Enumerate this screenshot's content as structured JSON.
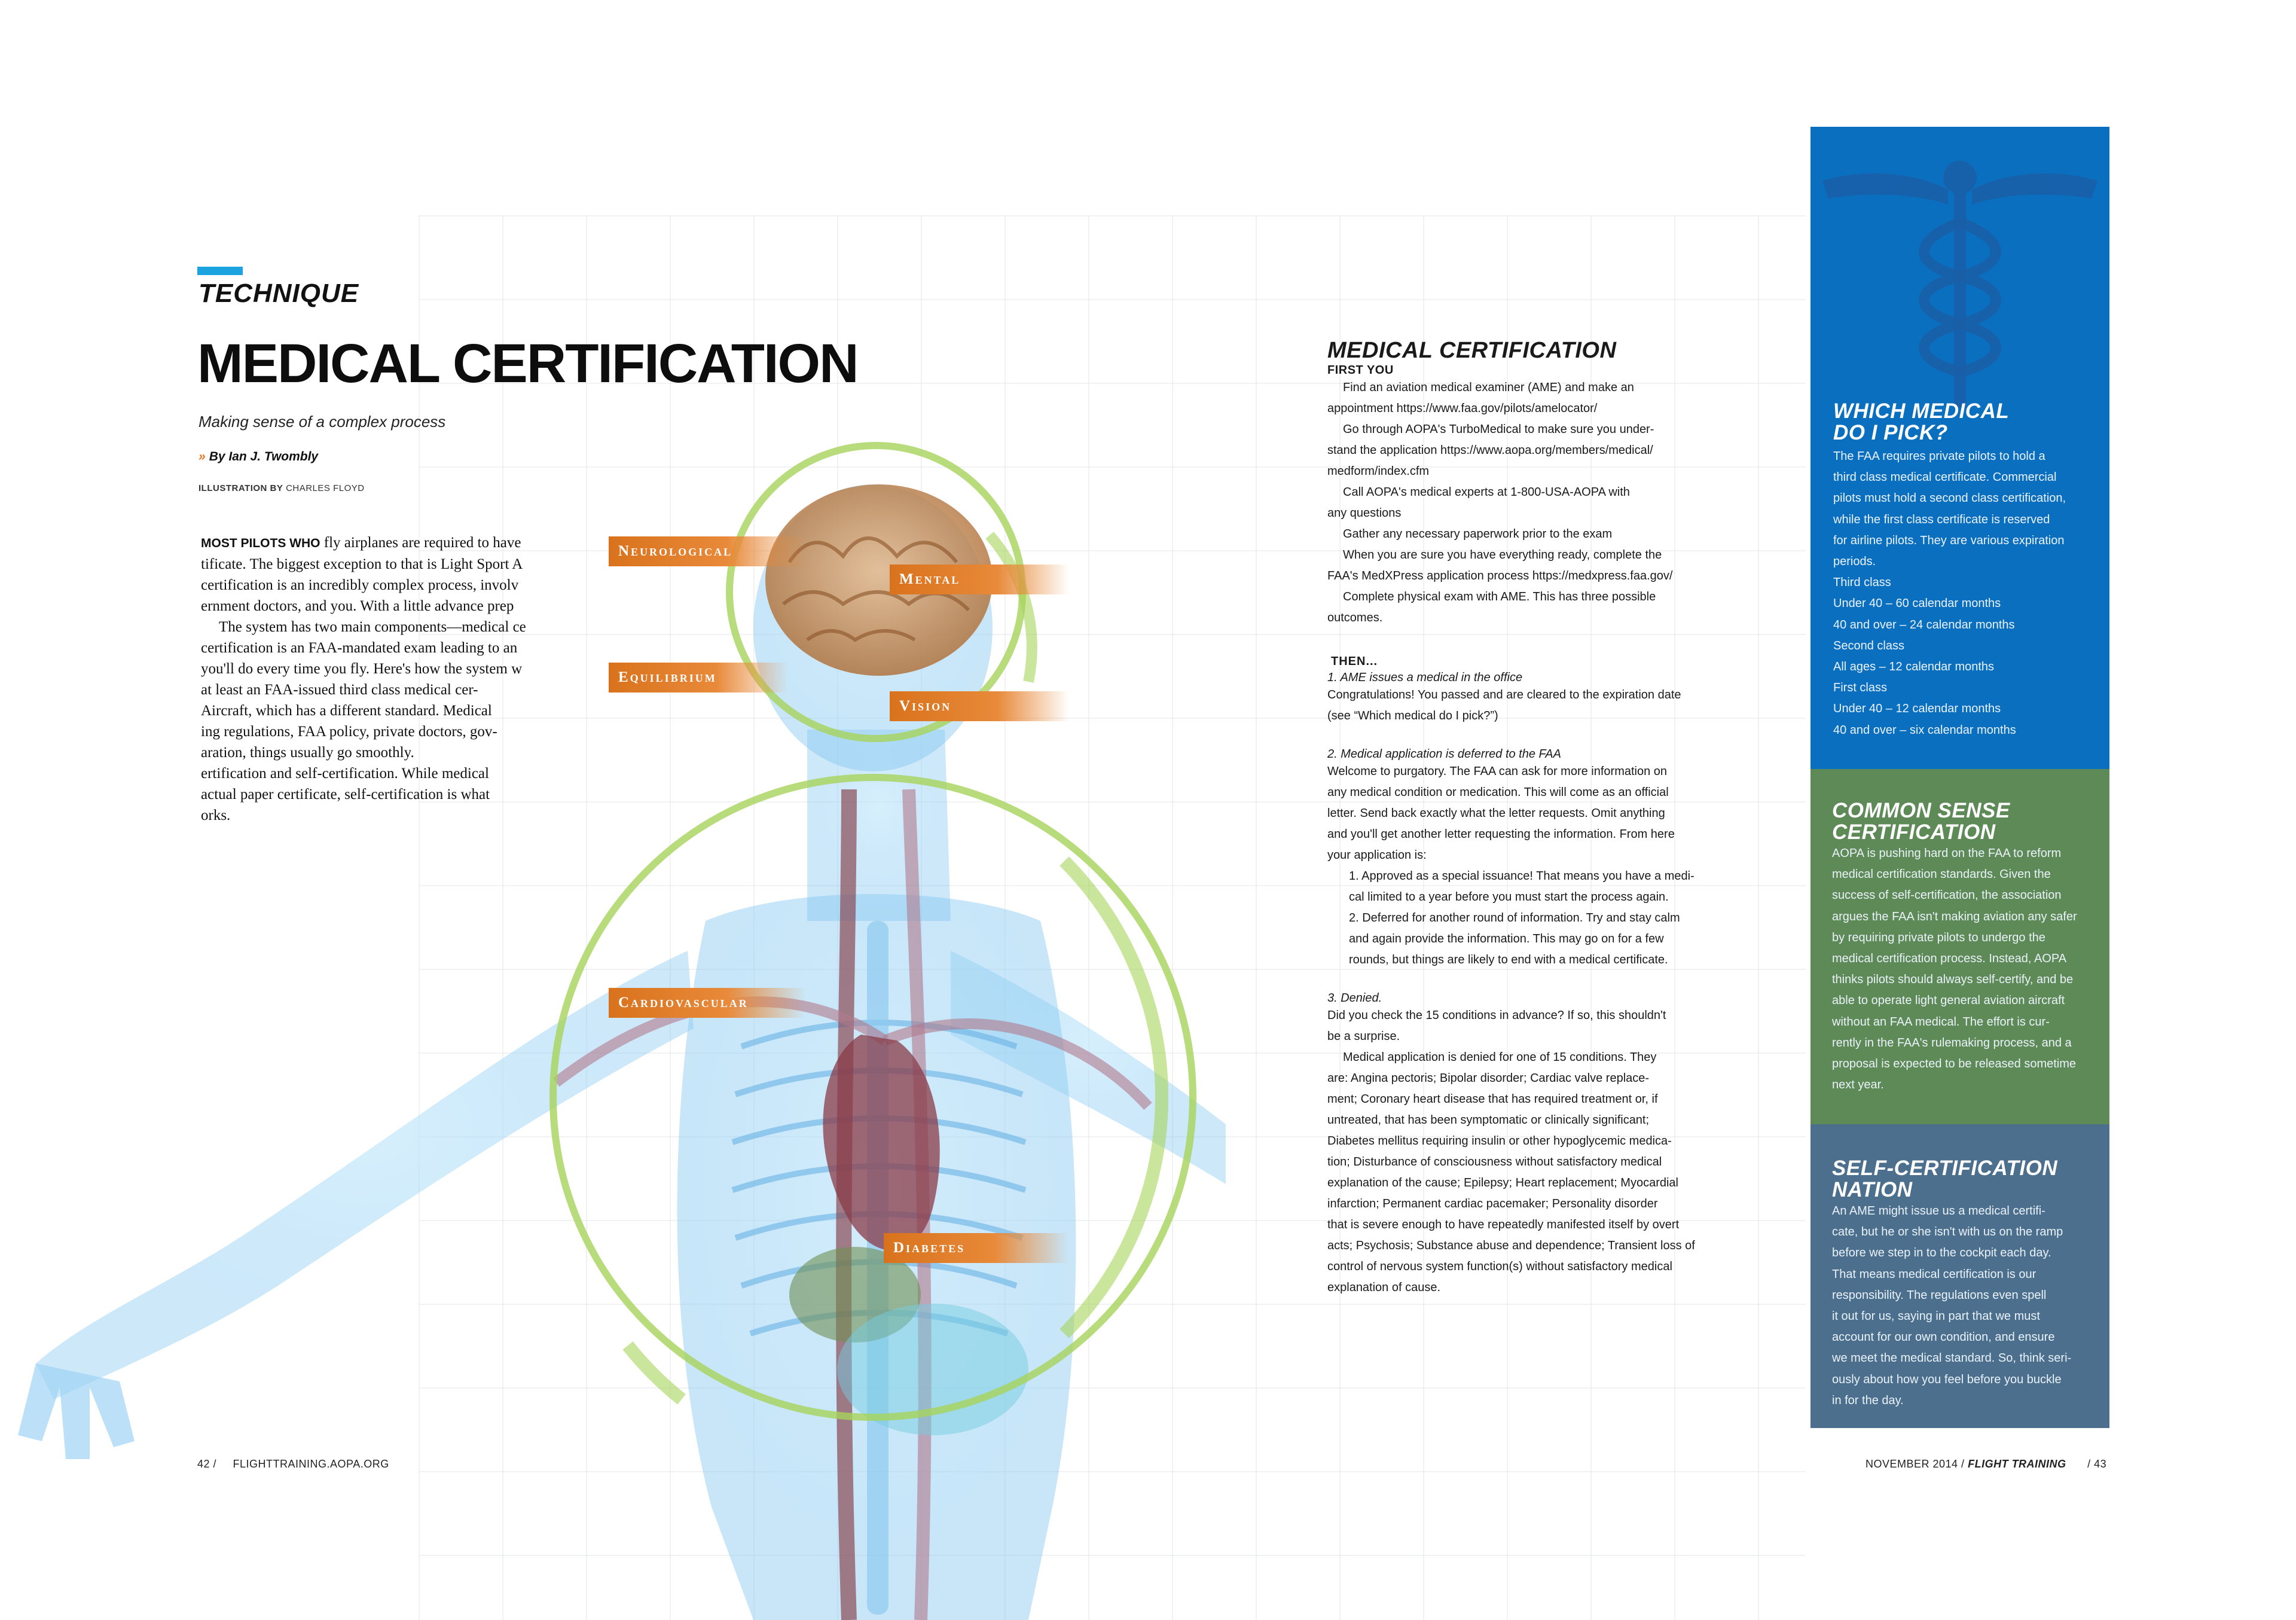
{
  "left_page": {
    "section": "TECHNIQUE",
    "title": "MEDICAL CERTIFICATION",
    "deck": "Making sense of a complex process",
    "byline": "By Ian J. Twombly",
    "credit_label": "ILLUSTRATION BY",
    "credit_name": "CHARLES FLOYD",
    "body": {
      "lead": "MOST PILOTS WHO",
      "l1": " fly airplanes are required to have",
      "l2": "tificate. The biggest exception to that is Light Sport A",
      "l3": "certification is an incredibly complex process, involv",
      "l4": "ernment doctors, and you. With a little advance prep",
      "l5": "The system has two main components—medical ce",
      "l6": "certification is an FAA-mandated exam leading to an",
      "l7": "you'll do every time you fly. Here's how the system w",
      "l8": " at least an FAA-issued third class medical cer-",
      "l9": "Aircraft, which has a different standard. Medical",
      "l10": "ing regulations, FAA policy, private doctors, gov-",
      "l11": "aration, things usually go smoothly.",
      "l12": "ertification and self-certification. While medical",
      "l13": " actual paper certificate, self-certification is what",
      "l14": "orks."
    },
    "tags": {
      "neurological": "Neurological",
      "mental": "Mental",
      "equilibrium": "Equilibrium",
      "vision": "Vision",
      "cardiovascular": "Cardiovascular",
      "diabetes": "Diabetes"
    }
  },
  "right_page": {
    "title": "MEDICAL CERTIFICATION",
    "first_you": "FIRST YOU",
    "steps": [
      "Find an aviation medical examiner (AME) and make an",
      "appointment https://www.faa.gov/pilots/amelocator/",
      "Go through AOPA's TurboMedical to make sure you under-",
      "stand the application  https://www.aopa.org/members/medical/",
      "medform/index.cfm",
      "Call AOPA's medical experts at 1-800-USA-AOPA with",
      "any questions",
      "Gather any necessary paperwork prior to the exam",
      "When you are sure you have everything ready, complete the",
      "FAA's MedXPress application process https://medxpress.faa.gov/",
      "Complete physical exam with AME. This has three possible",
      "outcomes."
    ],
    "then": "THEN...",
    "o1_head": "1. AME issues a medical in the office",
    "o1": [
      "Congratulations! You passed and are cleared to the expiration date",
      "(see “Which medical do I pick?”)"
    ],
    "o2_head": "2. Medical application is deferred to the FAA",
    "o2": [
      "Welcome to purgatory. The FAA can ask for more information on",
      "any medical condition or medication. This will come as an official",
      "letter. Send back exactly what the letter requests. Omit anything",
      "and you'll get another letter requesting the information. From here",
      "your application is:"
    ],
    "o2_list": [
      "1. Approved as a special issuance! That means you have a medi-",
      "cal limited to a year before you must start the process again.",
      "2. Deferred for another round of information. Try and stay calm",
      "and again provide the information. This may go on for a few",
      "rounds, but things are likely to end with a medical certificate."
    ],
    "o3_head": "3. Denied.",
    "o3": [
      "Did you check the 15 conditions in advance? If so, this shouldn't",
      "be a surprise."
    ],
    "o3b": [
      "Medical application is denied for one of 15 conditions. They",
      "are: Angina pectoris; Bipolar disorder; Cardiac valve replace-",
      "ment; Coronary heart disease that has required treatment or, if",
      "untreated, that has been symptomatic or clinically significant;",
      "Diabetes mellitus requiring insulin or other hypoglycemic medica-",
      "tion; Disturbance of consciousness without satisfactory medical",
      "explanation of the cause; Epilepsy; Heart replacement; Myocardial",
      "infarction; Permanent cardiac pacemaker; Personality disorder",
      "that is severe enough to have repeatedly manifested itself by overt",
      "acts; Psychosis; Substance abuse and dependence; Transient loss of",
      "control of nervous system function(s) without satisfactory medical",
      "explanation of cause."
    ]
  },
  "sidebars": {
    "which": {
      "title1": "WHICH MEDICAL",
      "title2": "DO I PICK?",
      "lines": [
        "The FAA requires private pilots to hold a",
        "third class medical certificate. Commercial",
        "pilots must hold a second class certification,",
        "while the first class certificate is reserved",
        "for airline pilots. They are various expiration",
        "periods.",
        "Third class",
        "Under 40 – 60 calendar months",
        "40 and over – 24 calendar months",
        "Second class",
        "All ages – 12 calendar months",
        "First class",
        "Under 40 – 12 calendar months",
        "40 and over – six calendar months"
      ]
    },
    "common": {
      "title1": "COMMON SENSE",
      "title2": "CERTIFICATION",
      "lines": [
        "AOPA is pushing hard on the FAA to reform",
        "medical certification standards. Given the",
        "success of self-certification, the association",
        "argues the FAA isn't making aviation any safer",
        "by requiring private pilots to undergo the",
        "medical certification process. Instead, AOPA",
        "thinks pilots should always self-certify, and be",
        "able to operate light general aviation aircraft",
        "without an FAA medical. The effort is cur-",
        "rently in the FAA's rulemaking process, and a",
        "proposal is expected to be released sometime",
        "next year."
      ]
    },
    "self": {
      "title1": "SELF-CERTIFICATION",
      "title2": "NATION",
      "lines": [
        "An AME might issue us a medical certifi-",
        "cate, but he or she isn't with us on the ramp",
        "before we step in to the cockpit each day.",
        "That means medical certification is our",
        "responsibility. The regulations even spell",
        "it out for us, saying in part that we must",
        "account for our own condition, and ensure",
        "we meet the medical standard. So, think seri-",
        "ously about how you feel before you buckle",
        "in for the day."
      ]
    }
  },
  "footer": {
    "left_page_num": "42 /",
    "left_site": "FLIGHTTRAINING.AOPA.ORG",
    "right_date": "NOVEMBER 2014  /",
    "right_mag": "FLIGHT TRAINING",
    "right_page_num": "/ 43"
  },
  "colors": {
    "accent_blue": "#1aa3df",
    "tag_orange": "#d9721c",
    "sidebar_blue": "#0b6fbf",
    "sidebar_green": "#5e8a57",
    "sidebar_slate": "#4b6f8d",
    "ring_green": "#a6d35a"
  },
  "icons": [
    "caduceus-icon",
    "chevron-right-icon"
  ]
}
